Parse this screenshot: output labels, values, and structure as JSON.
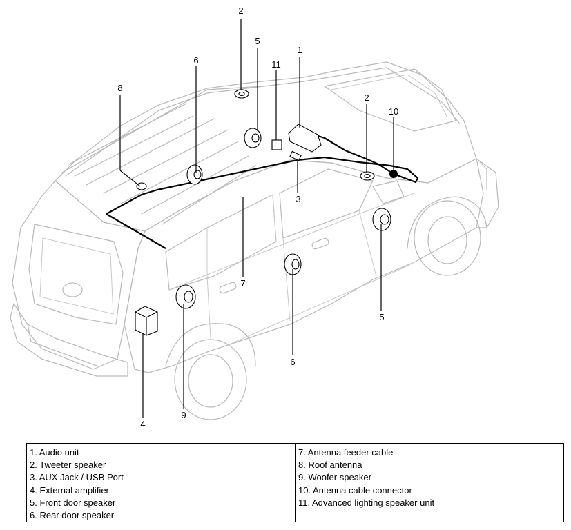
{
  "callouts": {
    "n1": "1",
    "n2a": "2",
    "n2b": "2",
    "n3": "3",
    "n4": "4",
    "n5a": "5",
    "n5b": "5",
    "n6a": "6",
    "n6b": "6",
    "n7": "7",
    "n8": "8",
    "n9": "9",
    "n10": "10",
    "n11": "11"
  },
  "legend": {
    "left": [
      "1. Audio unit",
      "2. Tweeter speaker",
      "3. AUX Jack / USB Port",
      "4. External amplifier",
      "5. Front door speaker",
      "6. Rear door speaker"
    ],
    "right": [
      "7. Antenna feeder cable",
      "8. Roof antenna",
      "9. Woofer speaker",
      "10. Antenna cable connector",
      "11. Advanced lighting speaker unit"
    ]
  }
}
